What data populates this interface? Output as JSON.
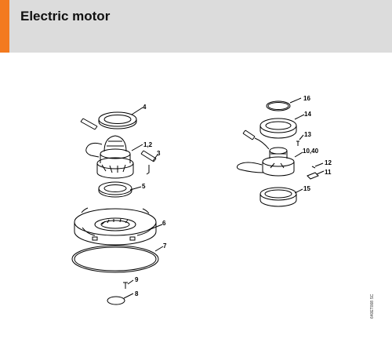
{
  "header": {
    "title": "Electric motor",
    "accent_color": "#f37a1f",
    "background_color": "#dcdcdc"
  },
  "callouts": {
    "c4": "4",
    "c12": "1,2",
    "c3": "3",
    "c5": "5",
    "c6": "6",
    "c7": "7",
    "c9": "9",
    "c8": "8",
    "c16": "16",
    "c14": "14",
    "c13": "13",
    "c1040": "10,40",
    "c12b": "12",
    "c11": "11",
    "c15": "15"
  },
  "doc_id": "640ET008 SC"
}
